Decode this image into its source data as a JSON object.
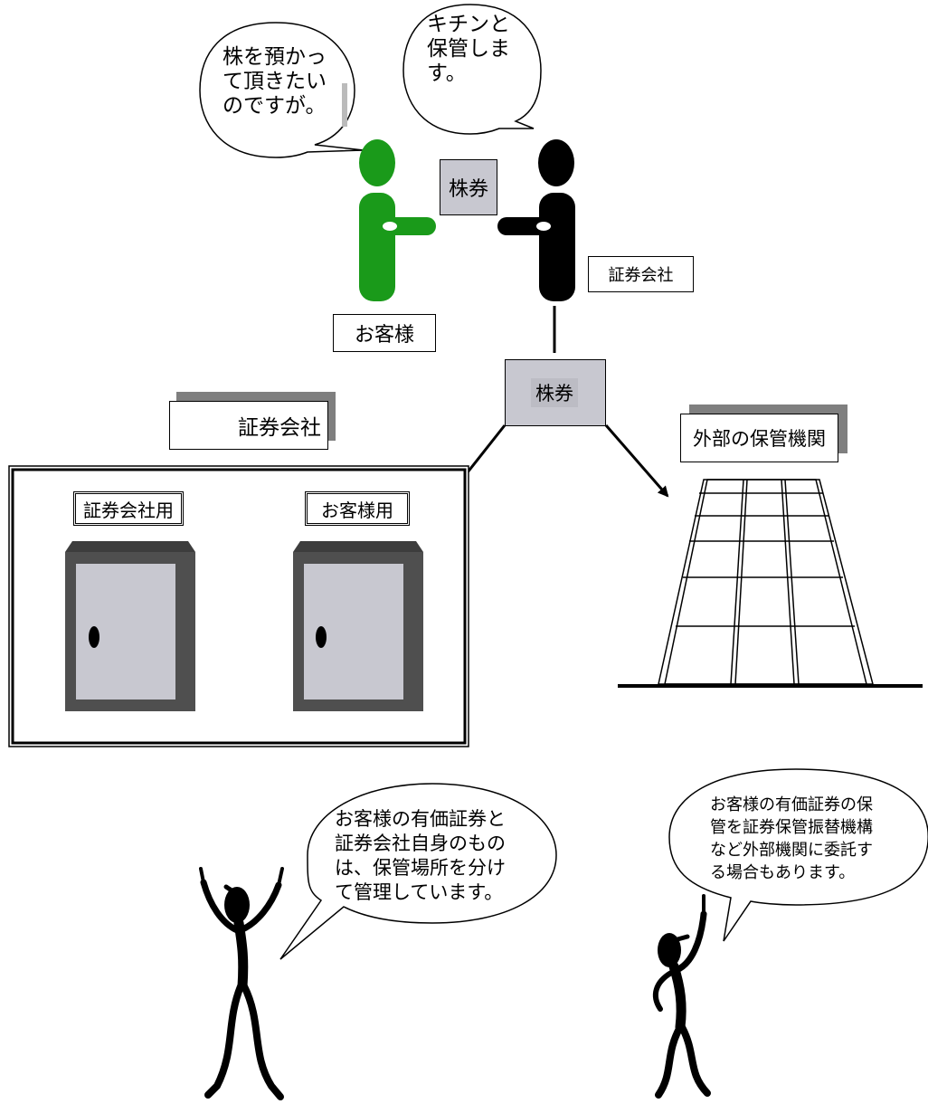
{
  "bubbles": {
    "customer_request": "株を預かっ\nて頂きたい\nのですが。",
    "firm_reply": "キチンと\n保管しま\nす。",
    "separation_note": "お客様の有価証券と\n証券会社自身のもの\nは、保管場所を分け\nて管理しています。",
    "external_note": "お客様の有価証券の保\n管を証券保管振替機構\nなど外部機関に委託す\nる場合もあります。"
  },
  "labels": {
    "certificate_handoff": "株券",
    "customer": "お客様",
    "firm": "証券会社",
    "certificate_center": "株券",
    "firm_vault_title": "証券会社",
    "firm_safe": "証券会社用",
    "customer_safe": "お客様用",
    "external_custodian": "外部の保管機関"
  },
  "icons": {
    "customer_figure": "green-person-icon",
    "firm_figure": "black-person-icon",
    "safe": "safe-icon",
    "building": "building-icon",
    "cheering_person": "cheering-person-icon"
  },
  "colors": {
    "customer": "#1a9a1a",
    "firm": "#000000",
    "certificate": "#c8c8d0",
    "safe_body": "#4f4f4f",
    "safe_door": "#c8c8d0"
  }
}
